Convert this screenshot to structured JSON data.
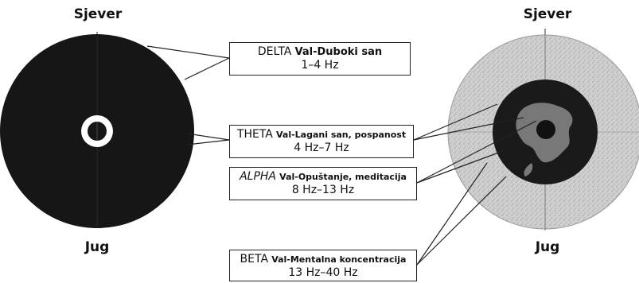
{
  "left_globe": {
    "north": "Sjever",
    "south": "Jug"
  },
  "right_globe": {
    "north": "Sjever",
    "south": "Jug"
  },
  "labels": {
    "delta": {
      "wave": "DELTA",
      "desc": "Val-Duboki san",
      "freq": "1–4 Hz"
    },
    "theta": {
      "wave": "THETA",
      "desc": "Val-Lagani san, pospanost",
      "freq": "4 Hz–7 Hz"
    },
    "alpha": {
      "wave": "ALPHA",
      "desc": "Val-Opuštanje, meditacija",
      "freq": "8 Hz–13 Hz"
    },
    "beta": {
      "wave": "BETA",
      "desc": "Val-Mentalna koncentracija",
      "freq": "13 Hz–40 Hz"
    }
  },
  "colors": {
    "ink": "#111111",
    "outer_shell": "#c9c9c9",
    "core": "#1a1a1a",
    "continent": "#7d7d7d"
  }
}
